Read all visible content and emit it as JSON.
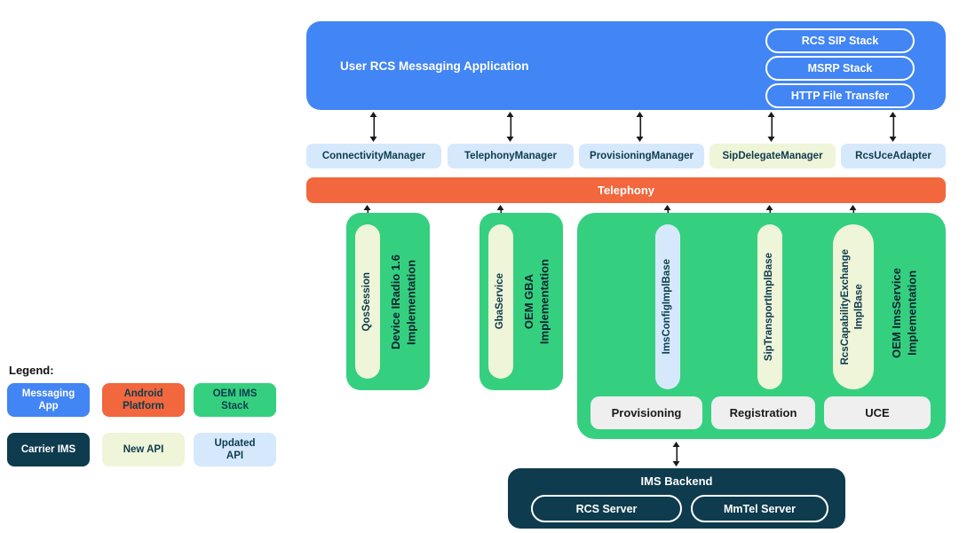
{
  "colors": {
    "messaging_app_blue": "#4285F4",
    "android_platform_orange": "#F2673D",
    "oem_ims_green": "#35D07F",
    "carrier_ims_dark": "#0E3B4E",
    "new_api_yellow": "#EFF5D8",
    "updated_api_blue": "#D6E9FC",
    "function_gray": "#EFEFEF"
  },
  "app": {
    "title": "User RCS Messaging Application",
    "stacks": [
      "RCS SIP Stack",
      "MSRP Stack",
      "HTTP File Transfer"
    ]
  },
  "managers": [
    {
      "label": "ConnectivityManager",
      "api_type": "updated"
    },
    {
      "label": "TelephonyManager",
      "api_type": "updated"
    },
    {
      "label": "ProvisioningManager",
      "api_type": "updated"
    },
    {
      "label": "SipDelegateManager",
      "api_type": "new"
    },
    {
      "label": "RcsUceAdapter",
      "api_type": "updated"
    }
  ],
  "telephony": {
    "label": "Telephony"
  },
  "qos": {
    "pill": "QosSession",
    "impl": "Device IRadio 1.6\nImplementation"
  },
  "gba": {
    "pill": "GbaService",
    "impl": "OEM GBA\nImplementation"
  },
  "ims": {
    "pills": [
      {
        "label": "ImsConfigImplBase",
        "api_type": "updated"
      },
      {
        "label": "SipTransportImplBase",
        "api_type": "new"
      },
      {
        "label": "RcsCapabilityExchange\nImplBase",
        "api_type": "new"
      }
    ],
    "impl": "OEM ImsService\nImplementation",
    "functions": [
      "Provisioning",
      "Registration",
      "UCE"
    ]
  },
  "backend": {
    "title": "IMS Backend",
    "servers": [
      "RCS Server",
      "MmTel Server"
    ]
  },
  "legend": {
    "title": "Legend:",
    "items": [
      {
        "label": "Messaging\nApp"
      },
      {
        "label": "Android\nPlatform"
      },
      {
        "label": "OEM IMS\nStack"
      },
      {
        "label": "Carrier IMS"
      },
      {
        "label": "New API"
      },
      {
        "label": "Updated\nAPI"
      }
    ]
  }
}
